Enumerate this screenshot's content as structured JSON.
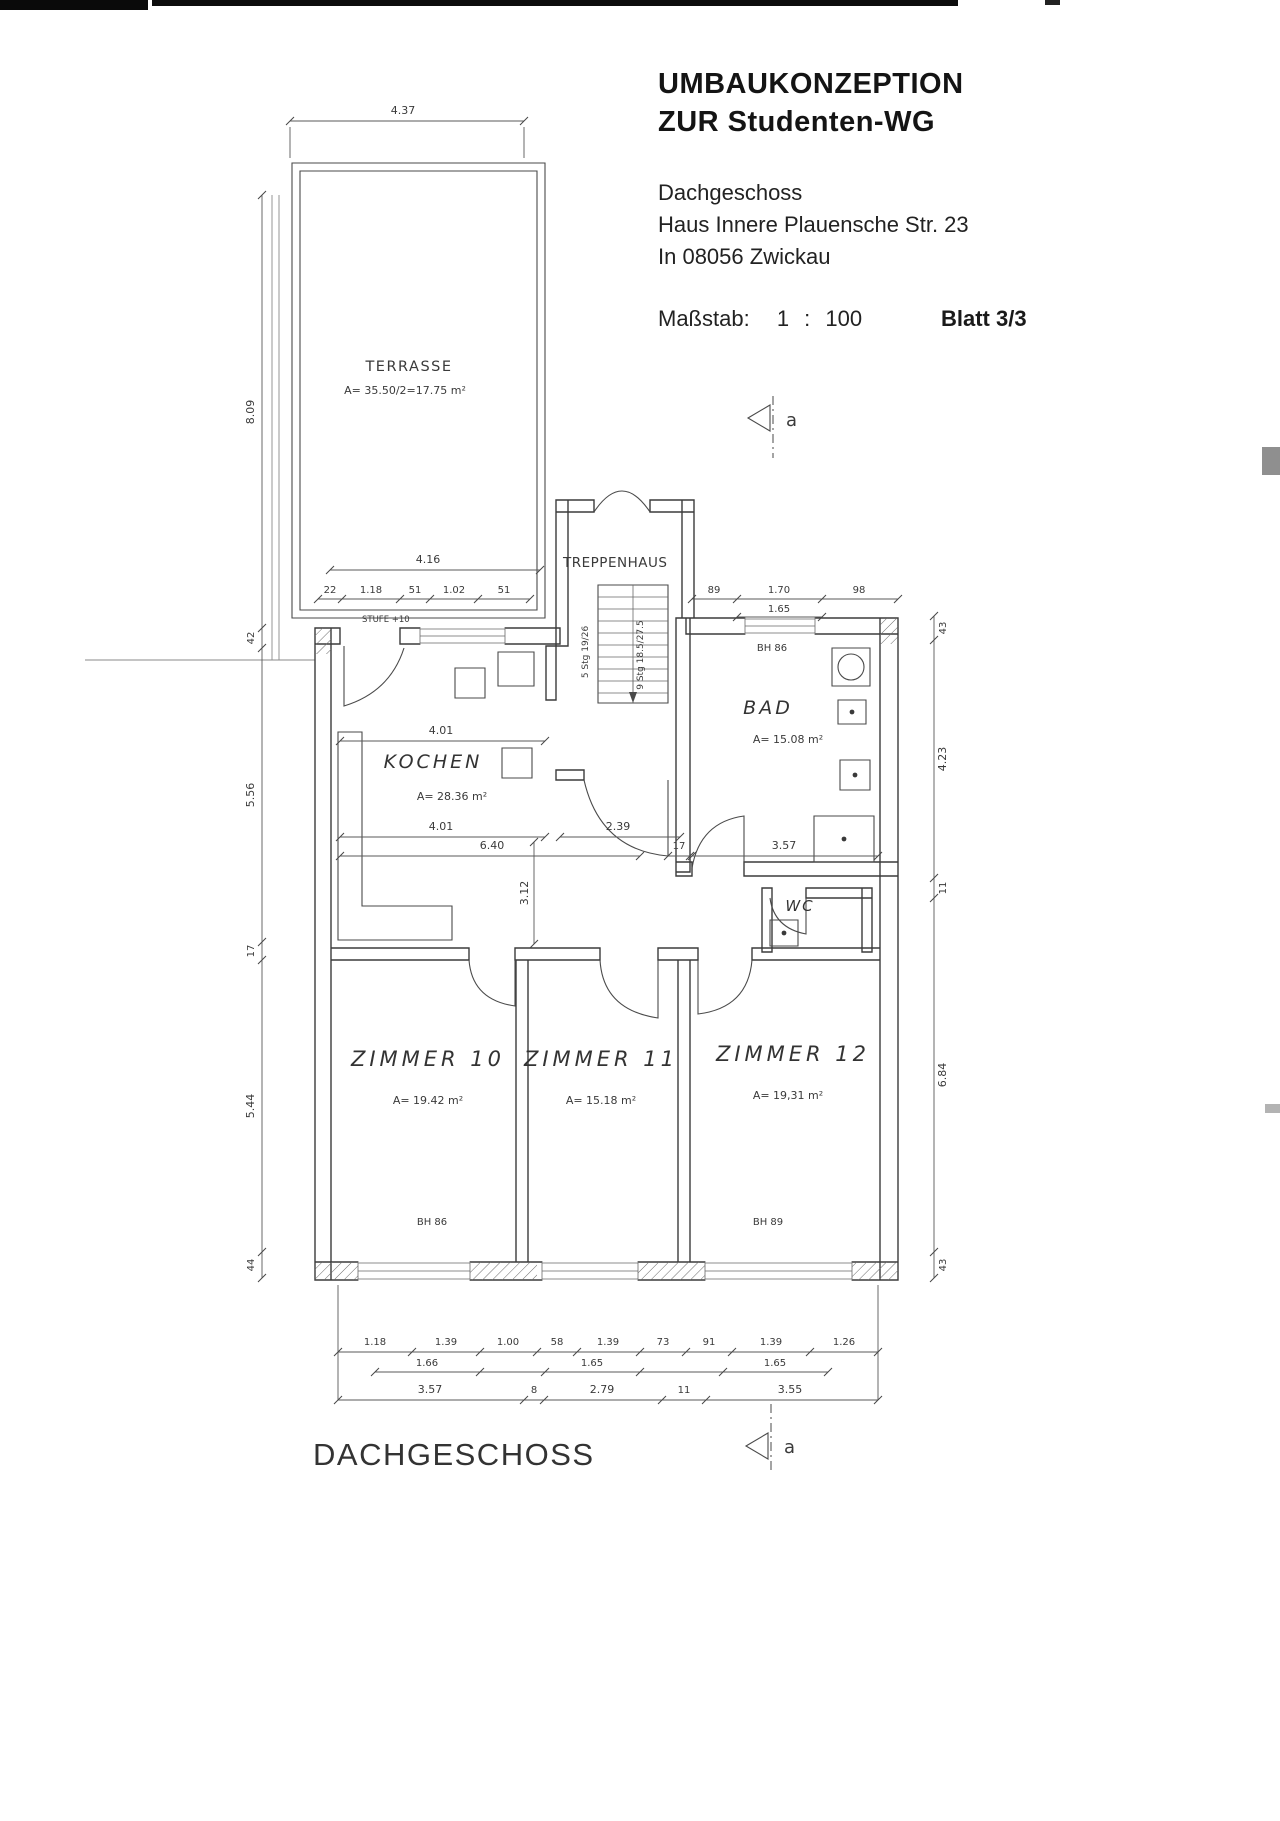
{
  "title_block": {
    "line1": "UMBAUKONZEPTION",
    "line2": "ZUR Studenten-WG",
    "project1": "Dachgeschoss",
    "project2": "Haus Innere Plauensche Str. 23",
    "project3": "In 08056 Zwickau",
    "scale_label": "Maßstab:",
    "scale_value": "1 : 100",
    "sheet": "Blatt 3/3"
  },
  "footer": {
    "title": "DACHGESCHOSS"
  },
  "section_marker": {
    "label": "a"
  },
  "rooms": {
    "terrasse": {
      "name": "TERRASSE",
      "area": "A= 35.50/2=17.75 m²"
    },
    "treppenhaus": {
      "name": "TREPPENHAUS"
    },
    "kochen": {
      "name": "KOCHEN",
      "area": "A= 28.36 m²"
    },
    "bad": {
      "name": "BAD",
      "area": "A= 15.08 m²"
    },
    "wc": {
      "name": "WC"
    },
    "zimmer10": {
      "name": "ZIMMER 10",
      "area": "A= 19.42 m²",
      "bh": "BH 86"
    },
    "zimmer11": {
      "name": "ZIMMER 11",
      "area": "A= 15.18 m²"
    },
    "zimmer12": {
      "name": "ZIMMER 12",
      "area": "A= 19,31 m²",
      "bh": "BH 89"
    }
  },
  "annotations": {
    "stufe": "STUFE +10",
    "bad_bh": "BH 86",
    "stair_run1": "5 Stg 19/26",
    "stair_run2": "9 Stg 18.5/27.5"
  },
  "dims": {
    "terrace_top": "4.37",
    "terrace_left": "8.09",
    "terrace_width": "4.16",
    "top_chain": [
      "22",
      "1.18",
      "51",
      "1.02",
      "51"
    ],
    "top_right_chain": [
      "89",
      "1.70",
      "98"
    ],
    "top_right_sub": "1.65",
    "left_chain": [
      "42",
      "5.56",
      "17",
      "5.44",
      "44"
    ],
    "right_chain": [
      "43",
      "4.23",
      "11",
      "6.84",
      "43"
    ],
    "kochen_w1": "4.01",
    "kochen_w2": "4.01",
    "corridor_w": "2.39",
    "hall_w": "6.40",
    "hall_h": "3.12",
    "seg17": "17",
    "bad_w": "3.57",
    "bottom_row1": [
      "1.18",
      "1.39",
      "1.00",
      "58",
      "1.39",
      "73",
      "91",
      "1.39",
      "1.26"
    ],
    "bottom_row2": [
      "1.66",
      "1.65",
      "1.65"
    ],
    "bottom_row3": [
      "3.57",
      "8",
      "2.79",
      "11",
      "3.55"
    ]
  }
}
